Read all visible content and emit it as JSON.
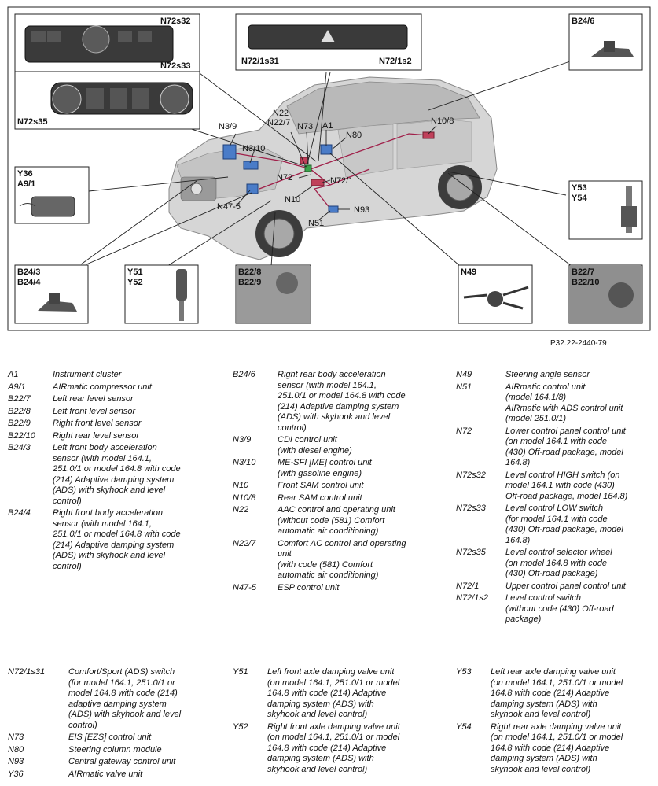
{
  "figure_id": "P32.22-2440-79",
  "callouts": {
    "N72s32": "N72s32",
    "N72s33": "N72s33",
    "N72s35": "N72s35",
    "N72_1s31": "N72/1s31",
    "N72_1s2": "N72/1s2",
    "B24_6": "B24/6",
    "N3_9": "N3/9",
    "N22": "N22",
    "N22_7": "N22/7",
    "N73": "N73",
    "A1": "A1",
    "N80": "N80",
    "N10_8": "N10/8",
    "N3_10": "N3/10",
    "N72": "N72",
    "N72_1": "N72/1",
    "N10": "N10",
    "N47_5": "N47-5",
    "N93": "N93",
    "N51": "N51",
    "Y36": "Y36",
    "A9_1": "A9/1",
    "Y53": "Y53",
    "Y54": "Y54",
    "B24_3": "B24/3",
    "B24_4": "B24/4",
    "Y51": "Y51",
    "Y52": "Y52",
    "B22_8": "B22/8",
    "B22_9": "B22/9",
    "N49": "N49",
    "B22_7": "B22/7",
    "B22_10": "B22/10"
  },
  "legend_upper": {
    "col1": [
      {
        "code": "A1",
        "desc": "Instrument cluster"
      },
      {
        "code": "A9/1",
        "desc": "AIRmatic compressor unit"
      },
      {
        "code": "B22/7",
        "desc": "Left rear level sensor"
      },
      {
        "code": "B22/8",
        "desc": "Left front level sensor"
      },
      {
        "code": "B22/9",
        "desc": "Right front level sensor"
      },
      {
        "code": "B22/10",
        "desc": "Right rear level sensor"
      },
      {
        "code": "B24/3",
        "desc": "Left front body acceleration\nsensor (with model 164.1,\n251.0/1 or model 164.8 with code\n(214) Adaptive damping system\n(ADS) with skyhook and level\ncontrol)"
      },
      {
        "code": "B24/4",
        "desc": "Right front body acceleration\nsensor (with model 164.1,\n251.0/1 or model 164.8 with code\n(214) Adaptive damping system\n(ADS) with skyhook and level\ncontrol)"
      }
    ],
    "col2": [
      {
        "code": "B24/6",
        "desc": "Right rear body acceleration\nsensor (with model 164.1,\n251.0/1 or model 164.8 with code\n(214) Adaptive damping system\n(ADS) with skyhook and level\ncontrol)"
      },
      {
        "code": "N3/9",
        "desc": "CDI control unit\n(with diesel engine)"
      },
      {
        "code": "N3/10",
        "desc": "ME-SFI [ME] control unit\n(with gasoline engine)"
      },
      {
        "code": "N10",
        "desc": "Front SAM control unit"
      },
      {
        "code": "N10/8",
        "desc": "Rear SAM control unit"
      },
      {
        "code": "N22",
        "desc": "AAC control and operating unit\n(without code (581) Comfort\nautomatic air conditioning)"
      },
      {
        "code": "N22/7",
        "desc": "Comfort AC control and operating\nunit\n(with code (581) Comfort\nautomatic air conditioning)"
      },
      {
        "code": "N47-5",
        "desc": "ESP control unit"
      }
    ],
    "col3": [
      {
        "code": "N49",
        "desc": "Steering angle sensor"
      },
      {
        "code": "N51",
        "desc": "AIRmatic control unit\n(model 164.1/8)\nAIRmatic with ADS control unit\n(model 251.0/1)"
      },
      {
        "code": "N72",
        "desc": "Lower control panel control unit\n(on model 164.1 with code\n(430) Off-road package, model\n164.8)"
      },
      {
        "code": "N72s32",
        "desc": "Level control HIGH switch (on\nmodel 164.1 with code (430)\nOff-road package, model 164.8)"
      },
      {
        "code": "N72s33",
        "desc": "Level control LOW switch\n(for model 164.1 with code\n(430) Off-road package, model\n164.8)"
      },
      {
        "code": "N72s35",
        "desc": "Level control selector wheel\n(on model 164.8 with code\n(430) Off-road package)"
      },
      {
        "code": "N72/1",
        "desc": "Upper control panel control unit"
      },
      {
        "code": "N72/1s2",
        "desc": "Level control switch\n(without code (430) Off-road\npackage)"
      }
    ]
  },
  "legend_lower": {
    "col1": [
      {
        "code": "N72/1s31",
        "desc": "Comfort/Sport (ADS) switch\n(for model 164.1, 251.0/1 or\nmodel 164.8 with code (214)\nadaptive damping system\n(ADS) with skyhook and level\ncontrol)"
      },
      {
        "code": "N73",
        "desc": "EIS [EZS] control unit"
      },
      {
        "code": "N80",
        "desc": "Steering column module"
      },
      {
        "code": "N93",
        "desc": "Central gateway control unit"
      },
      {
        "code": "Y36",
        "desc": "AIRmatic valve unit"
      }
    ],
    "col2": [
      {
        "code": "Y51",
        "desc": "Left front axle damping valve unit\n(on model 164.1, 251.0/1 or model\n164.8 with code (214) Adaptive\ndamping system (ADS) with\nskyhook and level control)"
      },
      {
        "code": "Y52",
        "desc": "Right front axle damping valve unit\n(on model 164.1, 251.0/1 or model\n164.8 with code (214) Adaptive\ndamping system (ADS) with\nskyhook and level control)"
      }
    ],
    "col3": [
      {
        "code": "Y53",
        "desc": "Left rear axle damping valve unit\n(on model 164.1, 251.0/1 or model\n164.8 with code (214) Adaptive\ndamping system (ADS) with\nskyhook and level control)"
      },
      {
        "code": "Y54",
        "desc": "Right rear axle damping valve unit\n(on model 164.1, 251.0/1 or model\n164.8 with code (214) Adaptive\ndamping system (ADS) with\nskyhook and level control)"
      }
    ]
  }
}
